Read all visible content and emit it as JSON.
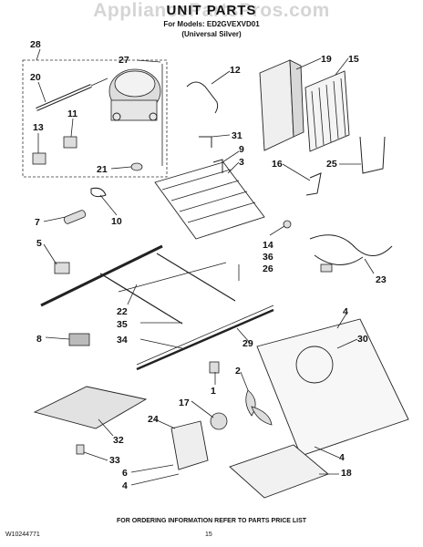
{
  "watermark": "AppliancePartsPros.com",
  "header": {
    "title": "UNIT PARTS",
    "models": "For Models: ED2GVEXVD01",
    "finish": "(Universal Silver)"
  },
  "callouts": {
    "c28": "28",
    "c27": "27",
    "c20": "20",
    "c11": "11",
    "c13": "13",
    "c21": "21",
    "c12": "12",
    "c19": "19",
    "c15": "15",
    "c31": "31",
    "c9": "9",
    "c3": "3",
    "c16": "16",
    "c25": "25",
    "c7": "7",
    "c10": "10",
    "c14": "14",
    "c36": "36",
    "c26": "26",
    "c5": "5",
    "c23": "23",
    "c22": "22",
    "c35": "35",
    "c4a": "4",
    "c8": "8",
    "c34": "34",
    "c29": "29",
    "c30": "30",
    "c1": "1",
    "c2": "2",
    "c17": "17",
    "c24": "24",
    "c32": "32",
    "c33": "33",
    "c6": "6",
    "c4b": "4",
    "c4c": "4",
    "c18": "18"
  },
  "footer": {
    "note": "FOR ORDERING INFORMATION REFER TO PARTS PRICE LIST",
    "doc_number": "W10244771",
    "page_number": "15"
  }
}
